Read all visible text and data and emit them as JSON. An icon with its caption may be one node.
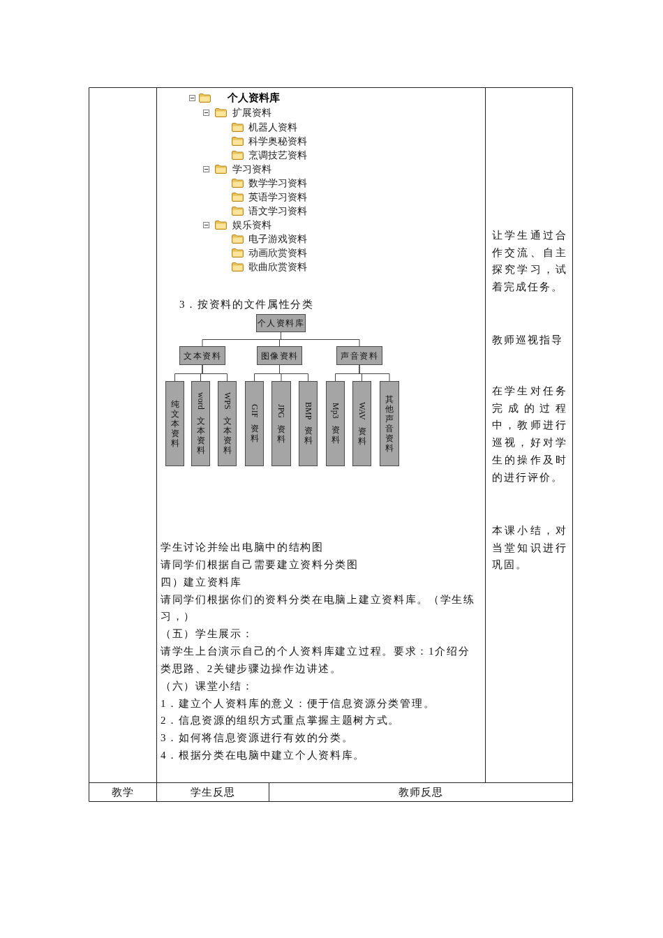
{
  "diagram": {
    "nodes": [
      {
        "text": [
          "个人资料库"
        ]
      },
      {
        "text": [
          "文本资料"
        ]
      },
      {
        "text": [
          "图像资料"
        ]
      },
      {
        "text": [
          "声音资料"
        ]
      },
      {
        "text": [
          "纯文本资料"
        ]
      },
      {
        "text": [
          "word 文本资料"
        ]
      },
      {
        "text": [
          "WPS 文本资料"
        ]
      },
      {
        "text": [
          "GIF 资料"
        ]
      },
      {
        "text": [
          "JPG 资料"
        ]
      },
      {
        "text": [
          "BMP 资料"
        ]
      },
      {
        "text": [
          "Mp3 资料"
        ]
      },
      {
        "text": [
          "WAV 资料"
        ]
      },
      {
        "text": [
          "其他声音资料"
        ]
      }
    ],
    "edges": [
      {
        "from": 0,
        "to": 1,
        "arrow": "none"
      },
      {
        "from": 0,
        "to": 2,
        "arrow": "none"
      },
      {
        "from": 0,
        "to": 3,
        "arrow": "none"
      },
      {
        "from": 1,
        "to": 4,
        "arrow": "none"
      },
      {
        "from": 1,
        "to": 5,
        "arrow": "none"
      },
      {
        "from": 1,
        "to": 6,
        "arrow": "none"
      },
      {
        "from": 2,
        "to": 7,
        "arrow": "none"
      },
      {
        "from": 2,
        "to": 8,
        "arrow": "none"
      },
      {
        "from": 2,
        "to": 9,
        "arrow": "none"
      },
      {
        "from": 3,
        "to": 10,
        "arrow": "none"
      },
      {
        "from": 3,
        "to": 11,
        "arrow": "none"
      },
      {
        "from": 3,
        "to": 12,
        "arrow": "none"
      }
    ],
    "labels": [
      "个人资料库",
      "扩展资料",
      "机器人资料",
      "科学奥秘资料",
      "烹调技艺资料",
      "学习资料",
      "数学学习资料",
      "英语学习资料",
      "语文学习资料",
      "娱乐资料",
      "电子游戏资料",
      "动画欣赏资料",
      "歌曲欣赏资料",
      "3．按资料的文件属性分类",
      "学生讨论并绘出电脑中的结构图",
      "请同学们根据自己需要建立资料分类图",
      "四）建立资料库",
      "请同学们根据你们的资料分类在电脑上建立资料库。（学生练习，）",
      "（五）学生展示：",
      "请学生上台演示自己的个人资料库建立过程。要求：1介绍分类思路、2关键步骤边操作边讲述。",
      "（六）课堂小结：",
      "1．建立个人资料库的意义：便于信息资源分类管理。",
      "2．信息资源的组织方式重点掌握主题树方式。",
      "3．如何将信息资源进行有效的分类。",
      "4．根据分类在电脑中建立个人资料库。",
      "让学生通过合作交流、自主探究学习，试着完成任务。",
      "教师巡视指导",
      "在学生对任务完成的过程中，教师进行巡视，好对学生的操作及时的进行评价。",
      "本课小结，对当堂知识进行巩固。",
      "教学",
      "学生反思",
      "教师反思"
    ]
  }
}
